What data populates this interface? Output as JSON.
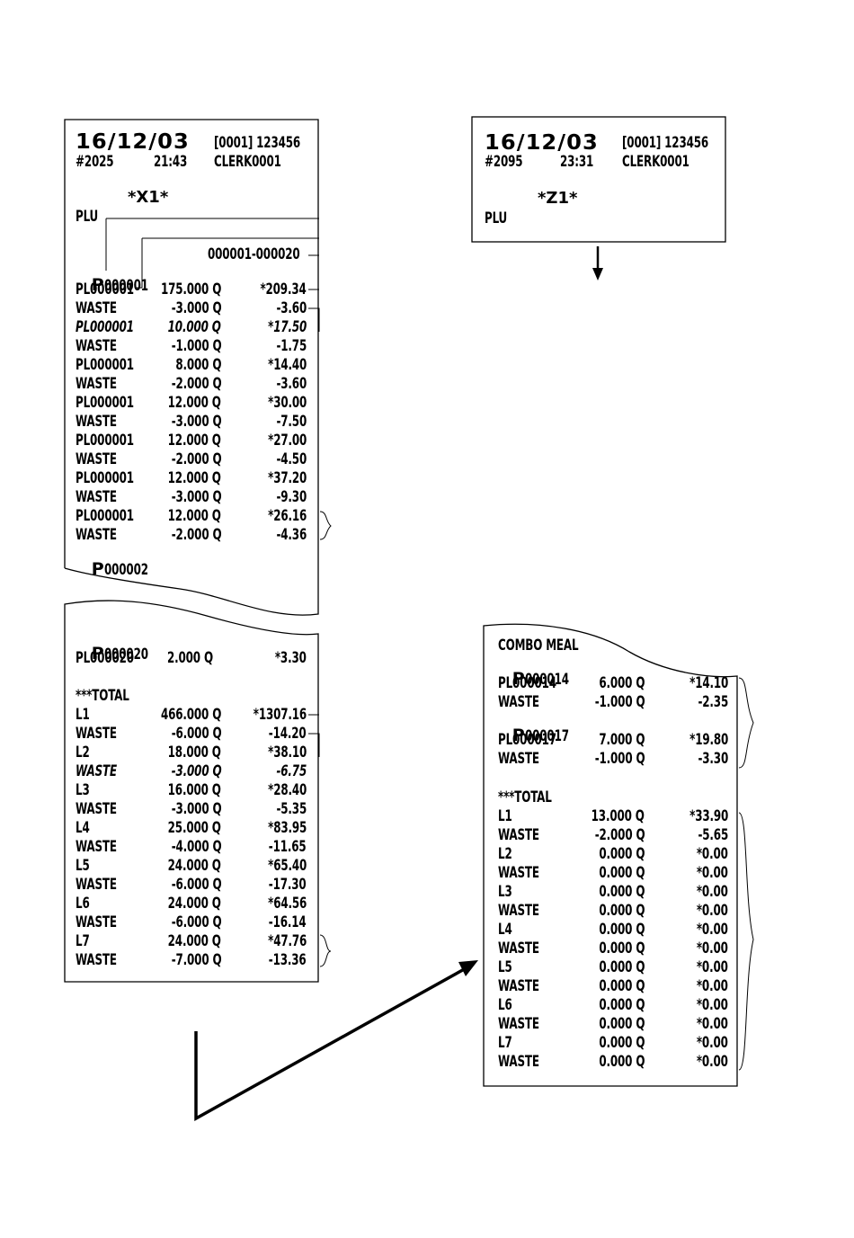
{
  "x1_receipt": {
    "date": "16/12/03",
    "machine_id": "[0001] 123456",
    "consecutive_no": "#2025",
    "time": "21:43",
    "clerk": "CLERK0001",
    "report_title": "*X1*",
    "report_type": "PLU",
    "range": "000001-000020",
    "group1_p_mark": "P",
    "group1_id": "000001",
    "rows": [
      [
        "PL000001",
        "175.000 Q",
        "*209.34"
      ],
      [
        "WASTE",
        "-3.000 Q",
        "-3.60"
      ],
      [
        "PL000001",
        "10.000 Q",
        "*17.50"
      ],
      [
        "WASTE",
        "-1.000 Q",
        "-1.75"
      ],
      [
        "PL000001",
        "8.000 Q",
        "*14.40"
      ],
      [
        "WASTE",
        "-2.000 Q",
        "-3.60"
      ],
      [
        "PL000001",
        "12.000 Q",
        "*30.00"
      ],
      [
        "WASTE",
        "-3.000 Q",
        "-7.50"
      ],
      [
        "PL000001",
        "12.000 Q",
        "*27.00"
      ],
      [
        "WASTE",
        "-2.000 Q",
        "-4.50"
      ],
      [
        "PL000001",
        "12.000 Q",
        "*37.20"
      ],
      [
        "WASTE",
        "-3.000 Q",
        "-9.30"
      ],
      [
        "PL000001",
        "12.000 Q",
        "*26.16"
      ],
      [
        "WASTE",
        "-2.000 Q",
        "-4.36"
      ]
    ],
    "group2_p_mark": "P",
    "group2_id": "000002"
  },
  "x1_continuation": {
    "p_mark": "P",
    "group_id": "000020",
    "row": [
      "PL000020",
      "2.000 Q",
      "*3.30"
    ],
    "total_header": "***TOTAL",
    "rows": [
      [
        "L1",
        "466.000 Q",
        "*1307.16"
      ],
      [
        "WASTE",
        "-6.000 Q",
        "-14.20"
      ],
      [
        "L2",
        "18.000 Q",
        "*38.10"
      ],
      [
        "WASTE",
        "-3.000 Q",
        "-6.75"
      ],
      [
        "L3",
        "16.000 Q",
        "*28.40"
      ],
      [
        "WASTE",
        "-3.000 Q",
        "-5.35"
      ],
      [
        "L4",
        "25.000 Q",
        "*83.95"
      ],
      [
        "WASTE",
        "-4.000 Q",
        "-11.65"
      ],
      [
        "L5",
        "24.000 Q",
        "*65.40"
      ],
      [
        "WASTE",
        "-6.000 Q",
        "-17.30"
      ],
      [
        "L6",
        "24.000 Q",
        "*64.56"
      ],
      [
        "WASTE",
        "-6.000 Q",
        "-16.14"
      ],
      [
        "L7",
        "24.000 Q",
        "*47.76"
      ],
      [
        "WASTE",
        "-7.000 Q",
        "-13.36"
      ]
    ]
  },
  "z1_receipt": {
    "date": "16/12/03",
    "machine_id": "[0001] 123456",
    "consecutive_no": "#2095",
    "time": "23:31",
    "clerk": "CLERK0001",
    "report_title": "*Z1*",
    "report_type": "PLU"
  },
  "combo_receipt": {
    "combo_title": "COMBO MEAL",
    "group1_p_mark": "P",
    "group1_id": "000014",
    "group1_rows": [
      [
        "PL000014",
        "6.000 Q",
        "*14.10"
      ],
      [
        "WASTE",
        "-1.000 Q",
        "-2.35"
      ]
    ],
    "group2_p_mark": "P",
    "group2_id": "000017",
    "group2_rows": [
      [
        "PL000017",
        "7.000 Q",
        "*19.80"
      ],
      [
        "WASTE",
        "-1.000 Q",
        "-3.30"
      ]
    ],
    "total_header": "***TOTAL",
    "rows": [
      [
        "L1",
        "13.000 Q",
        "*33.90"
      ],
      [
        "WASTE",
        "-2.000 Q",
        "-5.65"
      ],
      [
        "L2",
        "0.000 Q",
        "*0.00"
      ],
      [
        "WASTE",
        "0.000 Q",
        "*0.00"
      ],
      [
        "L3",
        "0.000 Q",
        "*0.00"
      ],
      [
        "WASTE",
        "0.000 Q",
        "*0.00"
      ],
      [
        "L4",
        "0.000 Q",
        "*0.00"
      ],
      [
        "WASTE",
        "0.000 Q",
        "*0.00"
      ],
      [
        "L5",
        "0.000 Q",
        "*0.00"
      ],
      [
        "WASTE",
        "0.000 Q",
        "*0.00"
      ],
      [
        "L6",
        "0.000 Q",
        "*0.00"
      ],
      [
        "WASTE",
        "0.000 Q",
        "*0.00"
      ],
      [
        "L7",
        "0.000 Q",
        "*0.00"
      ],
      [
        "WASTE",
        "0.000 Q",
        "*0.00"
      ]
    ]
  }
}
